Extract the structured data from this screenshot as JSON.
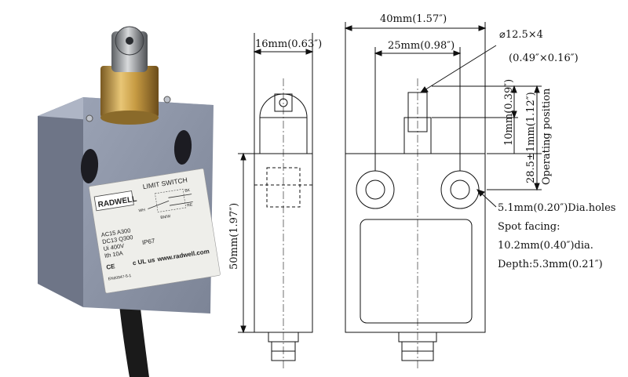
{
  "photo": {
    "brand": "RADWELL",
    "product_label": "LIMIT SWITCH",
    "ratings": [
      "AC15 A300",
      "DC13 Q300",
      "Ui 400V",
      "Ith 10A"
    ],
    "ip_rating": "IP67",
    "website": "www.radwell.com",
    "part_number": "EN60947-5-1",
    "wire_labels": [
      "BK",
      "WH",
      "RE",
      "BN/W"
    ],
    "ul_mark": "c UL us",
    "ce_mark": "CE"
  },
  "drawing": {
    "side_width": "16mm(0.63″)",
    "height": "50mm(1.97″)",
    "overall_width": "40mm(1.57″)",
    "hole_spacing": "25mm(0.98″)",
    "roller": "⌀12.5×4",
    "roller_inch": "(0.49″×0.16″)",
    "travel": "10mm(0.39″)",
    "operating_dim": "28.5±1mm(1.12″)",
    "operating_label": "Operating position",
    "holes": "5.1mm(0.20″)Dia.holes",
    "spot_facing": "Spot facing:",
    "spot_dia": "10.2mm(0.40″)dia.",
    "depth": "Depth:5.3mm(0.21″)"
  }
}
